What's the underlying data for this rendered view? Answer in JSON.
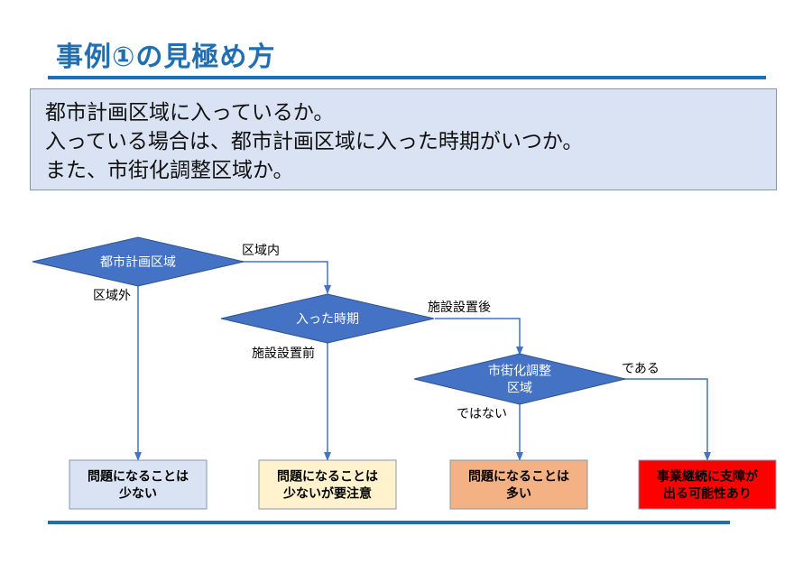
{
  "title": "事例①の見極め方",
  "question": {
    "lines": [
      "都市計画区域に入っているか。",
      "入っている場合は、都市計画区域に入った時期がいつか。",
      "また、市街化調整区域か。"
    ]
  },
  "flowchart": {
    "decisions": [
      {
        "name": "decision-toshi-keikaku-kuiki",
        "lines": [
          "都市計画区域"
        ]
      },
      {
        "name": "decision-haitta-jiki",
        "lines": [
          "入った時期"
        ]
      },
      {
        "name": "decision-shigaika-chosei-kuiki",
        "lines": [
          "市街化調整",
          "区域"
        ]
      }
    ],
    "edge_labels": {
      "kuiki_nai": "区域内",
      "kuiki_gai": "区域外",
      "setsubi_secchi_go": "施設設置後",
      "setsubi_secchi_mae": "施設設置前",
      "dearu": "である",
      "dewanai": "ではない"
    },
    "outcomes": [
      {
        "name": "outcome-not-problematic",
        "lines": [
          "問題になることは",
          "少ない"
        ],
        "fill": "#dae3f3",
        "text_color": "#000000"
      },
      {
        "name": "outcome-caution",
        "lines": [
          "問題になることは",
          "少ないが要注意"
        ],
        "fill": "#fff2cc",
        "text_color": "#000000"
      },
      {
        "name": "outcome-many-problems",
        "lines": [
          "問題になることは",
          "多い"
        ],
        "fill": "#f4b183",
        "text_color": "#000000"
      },
      {
        "name": "outcome-business-risk",
        "lines": [
          "事業継続に支障が",
          "出る可能性あり"
        ],
        "fill": "#ff0000",
        "text_color": "#000000"
      }
    ],
    "colors": {
      "decision_fill": "#4472c4",
      "decision_text": "#ffffff",
      "connector": "#4472c4",
      "box_border": "#8497b0",
      "accent": "#1f6fb2"
    }
  }
}
